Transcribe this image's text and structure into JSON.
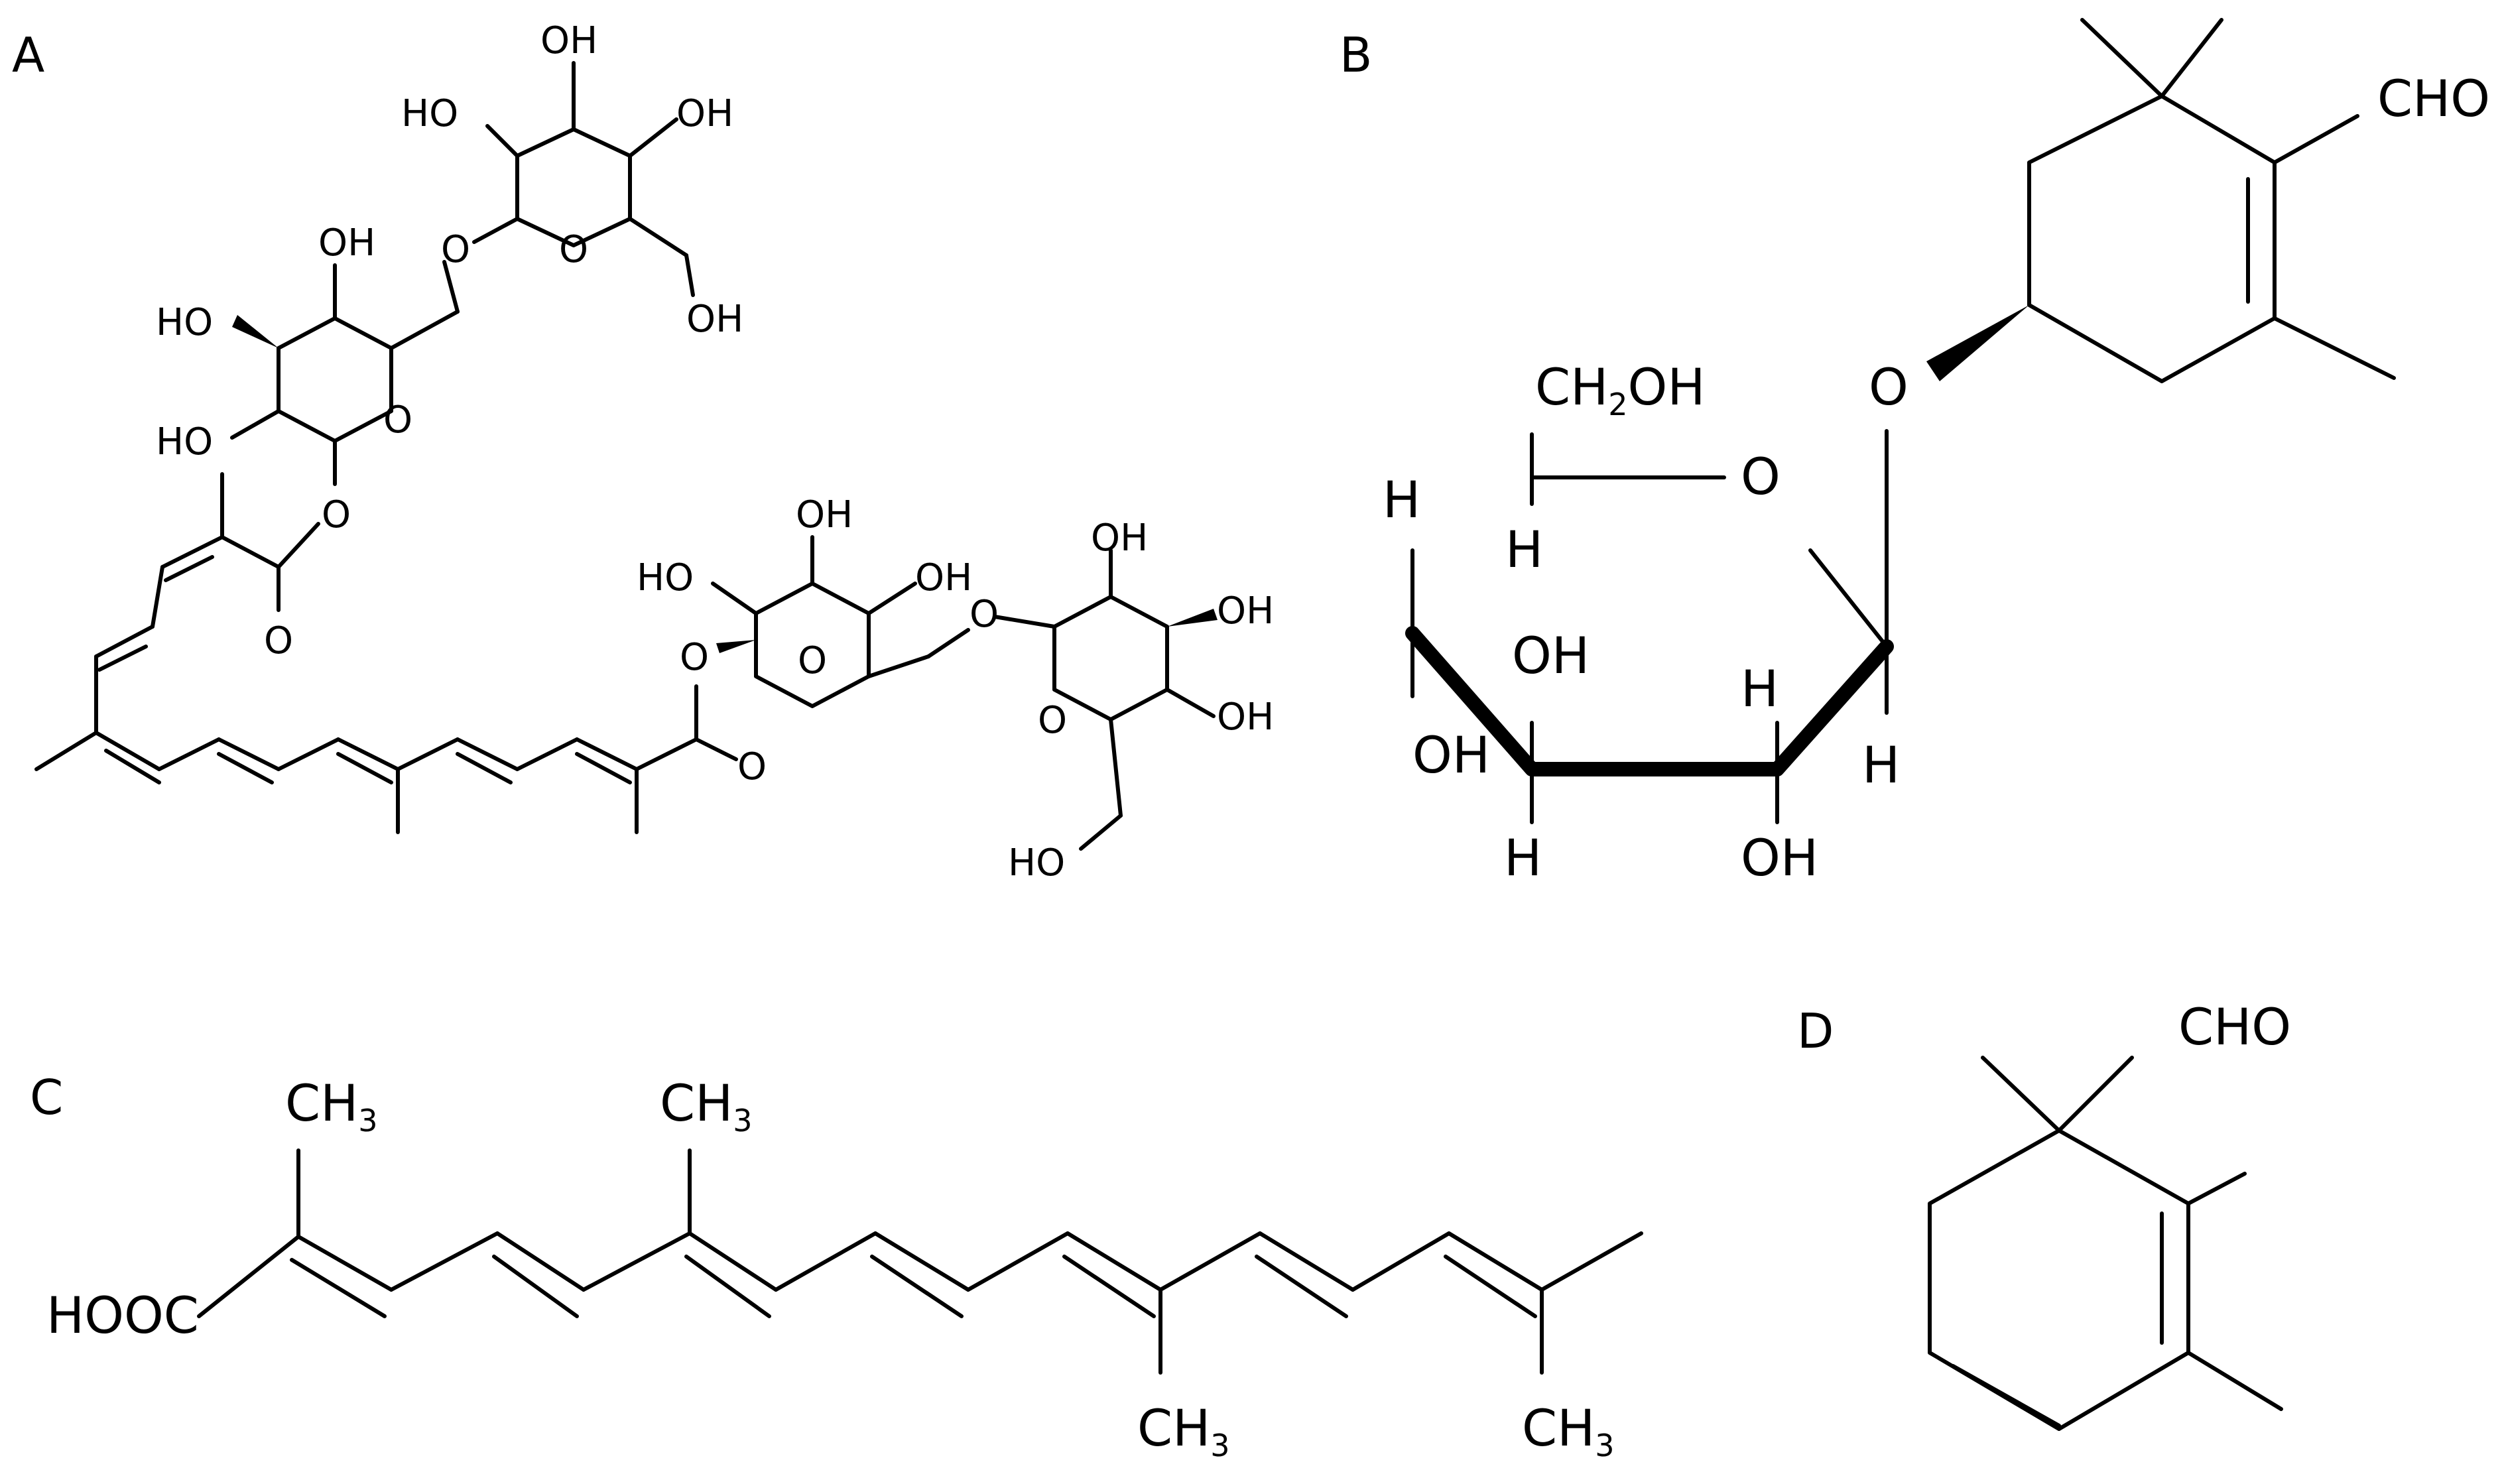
{
  "panels": [
    {
      "id": "A",
      "label": "A"
    },
    {
      "id": "B",
      "label": "B"
    },
    {
      "id": "C",
      "label": "C"
    },
    {
      "id": "D",
      "label": "D"
    }
  ],
  "A": {
    "oh": "OH",
    "ho": "HO",
    "o": "O"
  },
  "B": {
    "cho": "CHO",
    "o": "O",
    "ch2oh_main": "CH",
    "ch2oh_sub": "2",
    "ch2oh_tail": "OH",
    "h": "H",
    "oh": "OH"
  },
  "C": {
    "hooc": "HOOC",
    "ch": "CH",
    "sub3": "3"
  },
  "D": {
    "cho": "CHO"
  }
}
